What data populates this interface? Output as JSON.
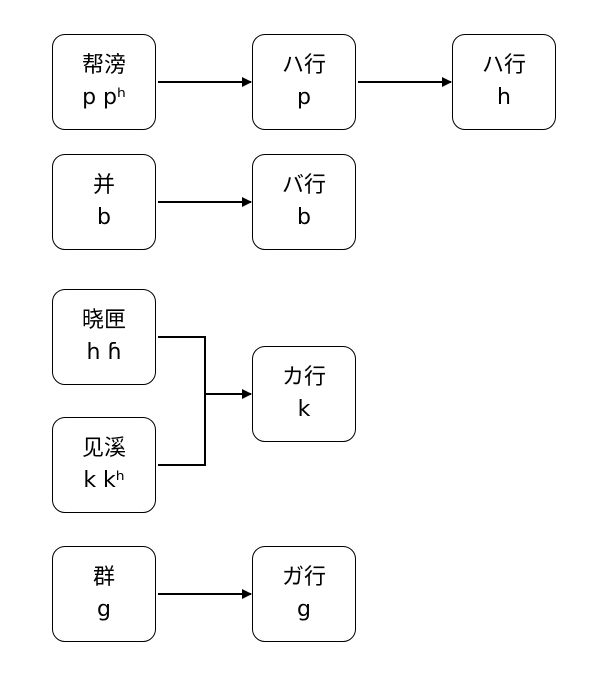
{
  "colors": {
    "stroke": "#000000",
    "background": "#ffffff"
  },
  "nodes": {
    "bangpang": {
      "line1": "帮滂",
      "line2": "p pʰ"
    },
    "ha_p": {
      "line1": "ハ行",
      "line2": "p"
    },
    "ha_h": {
      "line1": "ハ行",
      "line2": "h"
    },
    "bing": {
      "line1": "并",
      "line2": "b"
    },
    "ba": {
      "line1": "バ行",
      "line2": "b"
    },
    "xiaoxia": {
      "line1": "晓匣",
      "line2": "h ɦ"
    },
    "ka": {
      "line1": "カ行",
      "line2": "k"
    },
    "jianxi": {
      "line1": "见溪",
      "line2": "k kʰ"
    },
    "qun": {
      "line1": "群",
      "line2": "g"
    },
    "ga": {
      "line1": "ガ行",
      "line2": "g"
    }
  },
  "edges": [
    {
      "from": "bangpang",
      "to": "ha_p"
    },
    {
      "from": "ha_p",
      "to": "ha_h"
    },
    {
      "from": "bing",
      "to": "ba"
    },
    {
      "from": "xiaoxia",
      "to": "ka"
    },
    {
      "from": "jianxi",
      "to": "ka"
    },
    {
      "from": "qun",
      "to": "ga"
    }
  ]
}
